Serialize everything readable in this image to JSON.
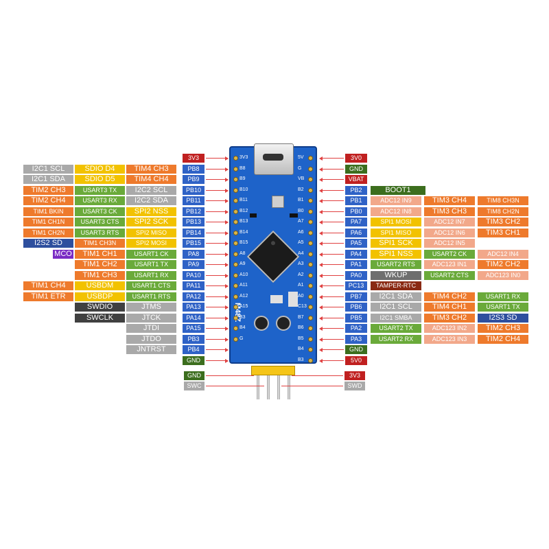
{
  "palette": {
    "grey": "#a9a9a9",
    "yellow": "#f2c200",
    "orange": "#ee7a2c",
    "salmon": "#f2a88a",
    "green": "#6aaa3a",
    "dark": "#404040",
    "navy": "#2e4f9e",
    "purple": "#7a2cc4",
    "darkgreen": "#3c6e1e",
    "red": "#c02020",
    "gpio": "#2f62c6",
    "maroon": "#8a2a14",
    "slate": "#6f6f6f",
    "white": "#ffffff",
    "black": "#111111"
  },
  "board": {
    "model": "M48Z",
    "silk_left": [
      "3V3",
      "B8",
      "B9",
      "B10",
      "B11",
      "B12",
      "B13",
      "B14",
      "B15",
      "A8",
      "A9",
      "A10",
      "A11",
      "A12",
      "A15",
      "B3",
      "B4",
      "G"
    ],
    "silk_right": [
      "5V",
      "G",
      "VB",
      "B2",
      "B1",
      "B0",
      "A7",
      "A6",
      "A5",
      "A4",
      "A3",
      "A2",
      "A1",
      "A0",
      "C13",
      "B7",
      "B6",
      "B5",
      "B4",
      "B3"
    ]
  },
  "left_rows": [
    {
      "pin": "3V3",
      "pin_style": "red",
      "labels": []
    },
    {
      "pin": "PB8",
      "pin_style": "gpio",
      "labels": [
        {
          "t": "TIM4 CH3",
          "s": "orange"
        },
        {
          "t": "SDIO D4",
          "s": "yellow"
        },
        {
          "t": "I2C1 SCL",
          "s": "grey"
        }
      ]
    },
    {
      "pin": "PB9",
      "pin_style": "gpio",
      "labels": [
        {
          "t": "TIM4 CH4",
          "s": "orange"
        },
        {
          "t": "SDIO D5",
          "s": "yellow"
        },
        {
          "t": "I2C1 SDA",
          "s": "grey"
        }
      ]
    },
    {
      "pin": "PB10",
      "pin_style": "gpio",
      "labels": [
        {
          "t": "I2C2 SCL",
          "s": "grey"
        },
        {
          "t": "USART3 TX",
          "s": "green"
        },
        {
          "t": "TIM2 CH3",
          "s": "orange"
        }
      ]
    },
    {
      "pin": "PB11",
      "pin_style": "gpio",
      "labels": [
        {
          "t": "I2C2 SDA",
          "s": "grey"
        },
        {
          "t": "USART3 RX",
          "s": "green"
        },
        {
          "t": "TIM2 CH4",
          "s": "orange"
        }
      ]
    },
    {
      "pin": "PB12",
      "pin_style": "gpio",
      "labels": [
        {
          "t": "SPI2 NSS",
          "s": "yellow"
        },
        {
          "t": "USART3 CK",
          "s": "green"
        },
        {
          "t": "TIM1 BKIN",
          "s": "orange"
        }
      ]
    },
    {
      "pin": "PB13",
      "pin_style": "gpio",
      "labels": [
        {
          "t": "SPI2 SCK",
          "s": "yellow"
        },
        {
          "t": "USART3 CTS",
          "s": "green"
        },
        {
          "t": "TIM1 CH1N",
          "s": "orange"
        }
      ]
    },
    {
      "pin": "PB14",
      "pin_style": "gpio",
      "labels": [
        {
          "t": "SPI2 MISO",
          "s": "yellow"
        },
        {
          "t": "USART3 RTS",
          "s": "green"
        },
        {
          "t": "TIM1 CH2N",
          "s": "orange"
        }
      ]
    },
    {
      "pin": "PB15",
      "pin_style": "gpio",
      "labels": [
        {
          "t": "SPI2 MOSI",
          "s": "yellow"
        },
        {
          "t": "TIM1 CH3N",
          "s": "orange"
        },
        {
          "t": "I2S2 SD",
          "s": "navy"
        }
      ]
    },
    {
      "pin": "PA8",
      "pin_style": "gpio",
      "labels": [
        {
          "t": "USART1 CK",
          "s": "green"
        },
        {
          "t": "TIM1 CH1",
          "s": "orange"
        },
        {
          "t": "MCO",
          "s": "purple"
        }
      ]
    },
    {
      "pin": "PA9",
      "pin_style": "gpio",
      "labels": [
        {
          "t": "USART1 TX",
          "s": "green"
        },
        {
          "t": "TIM1 CH2",
          "s": "orange"
        }
      ]
    },
    {
      "pin": "PA10",
      "pin_style": "gpio",
      "labels": [
        {
          "t": "USART1 RX",
          "s": "green"
        },
        {
          "t": "TIM1 CH3",
          "s": "orange"
        }
      ]
    },
    {
      "pin": "PA11",
      "pin_style": "gpio",
      "labels": [
        {
          "t": "USART1 CTS",
          "s": "green"
        },
        {
          "t": "USBDM",
          "s": "yellow"
        },
        {
          "t": "TIM1 CH4",
          "s": "orange"
        }
      ]
    },
    {
      "pin": "PA12",
      "pin_style": "gpio",
      "labels": [
        {
          "t": "USART1 RTS",
          "s": "green"
        },
        {
          "t": "USBDP",
          "s": "yellow"
        },
        {
          "t": "TIM1 ETR",
          "s": "orange"
        }
      ]
    },
    {
      "pin": "PA13",
      "pin_style": "gpio",
      "labels": [
        {
          "t": "JTMS",
          "s": "grey"
        },
        {
          "t": "SWDIO",
          "s": "dark"
        }
      ]
    },
    {
      "pin": "PA14",
      "pin_style": "gpio",
      "labels": [
        {
          "t": "JTCK",
          "s": "grey"
        },
        {
          "t": "SWCLK",
          "s": "dark"
        }
      ]
    },
    {
      "pin": "PA15",
      "pin_style": "gpio",
      "labels": [
        {
          "t": "JTDI",
          "s": "grey"
        }
      ]
    },
    {
      "pin": "PB3",
      "pin_style": "gpio",
      "labels": [
        {
          "t": "JTDO",
          "s": "grey"
        }
      ]
    },
    {
      "pin": "PB4",
      "pin_style": "gpio",
      "labels": [
        {
          "t": "JNTRST",
          "s": "grey"
        }
      ]
    },
    {
      "pin": "GND",
      "pin_style": "darkgreen",
      "labels": []
    }
  ],
  "right_rows": [
    {
      "pin": "3V0",
      "pin_style": "red",
      "labels": []
    },
    {
      "pin": "GND",
      "pin_style": "darkgreen",
      "labels": []
    },
    {
      "pin": "VBAT",
      "pin_style": "red",
      "labels": []
    },
    {
      "pin": "PB2",
      "pin_style": "gpio",
      "labels": [
        {
          "t": "BOOT1",
          "s": "darkgreen"
        }
      ]
    },
    {
      "pin": "PB1",
      "pin_style": "gpio",
      "labels": [
        {
          "t": "ADC12 IN9",
          "s": "salmon"
        },
        {
          "t": "TIM3 CH4",
          "s": "orange"
        },
        {
          "t": "TIM8 CH3N",
          "s": "orange"
        }
      ]
    },
    {
      "pin": "PB0",
      "pin_style": "gpio",
      "labels": [
        {
          "t": "ADC12 IN8",
          "s": "salmon"
        },
        {
          "t": "TIM3 CH3",
          "s": "orange"
        },
        {
          "t": "TIM8 CH2N",
          "s": "orange"
        }
      ]
    },
    {
      "pin": "PA7",
      "pin_style": "gpio",
      "labels": [
        {
          "t": "SPI1 MOSI",
          "s": "yellow"
        },
        {
          "t": "ADC12 IN7",
          "s": "salmon"
        },
        {
          "t": "TIM3 CH2",
          "s": "orange"
        }
      ]
    },
    {
      "pin": "PA6",
      "pin_style": "gpio",
      "labels": [
        {
          "t": "SPI1 MISO",
          "s": "yellow"
        },
        {
          "t": "ADC12 IN6",
          "s": "salmon"
        },
        {
          "t": "TIM3 CH1",
          "s": "orange"
        }
      ]
    },
    {
      "pin": "PA5",
      "pin_style": "gpio",
      "labels": [
        {
          "t": "SPI1 SCK",
          "s": "yellow"
        },
        {
          "t": "ADC12 IN5",
          "s": "salmon"
        }
      ]
    },
    {
      "pin": "PA4",
      "pin_style": "gpio",
      "labels": [
        {
          "t": "SPI1 NSS",
          "s": "yellow"
        },
        {
          "t": "USART2 CK",
          "s": "green"
        },
        {
          "t": "ADC12 IN4",
          "s": "salmon"
        }
      ]
    },
    {
      "pin": "PA1",
      "pin_style": "gpio",
      "labels": [
        {
          "t": "USART2 RTS",
          "s": "green"
        },
        {
          "t": "ADC123 IN1",
          "s": "salmon"
        },
        {
          "t": "TIM2 CH2",
          "s": "orange"
        }
      ]
    },
    {
      "pin": "PA0",
      "pin_style": "gpio",
      "labels": [
        {
          "t": "WKUP",
          "s": "slate"
        },
        {
          "t": "USART2 CTS",
          "s": "green"
        },
        {
          "t": "ADC123 IN0",
          "s": "salmon"
        }
      ]
    },
    {
      "pin": "PC13",
      "pin_style": "gpio",
      "labels": [
        {
          "t": "TAMPER-RTC",
          "s": "maroon"
        }
      ]
    },
    {
      "pin": "PB7",
      "pin_style": "gpio",
      "labels": [
        {
          "t": "I2C1 SDA",
          "s": "grey"
        },
        {
          "t": "TIM4 CH2",
          "s": "orange"
        },
        {
          "t": "USART1 RX",
          "s": "green"
        }
      ]
    },
    {
      "pin": "PB6",
      "pin_style": "gpio",
      "labels": [
        {
          "t": "I2C1 SCL",
          "s": "grey"
        },
        {
          "t": "TIM4 CH1",
          "s": "orange"
        },
        {
          "t": "USART1 TX",
          "s": "green"
        }
      ]
    },
    {
      "pin": "PB5",
      "pin_style": "gpio",
      "labels": [
        {
          "t": "I2C1 SMBA",
          "s": "grey"
        },
        {
          "t": "TIM3 CH2",
          "s": "orange"
        },
        {
          "t": "I2S3 SD",
          "s": "navy"
        }
      ]
    },
    {
      "pin": "PA2",
      "pin_style": "gpio",
      "labels": [
        {
          "t": "USART2 TX",
          "s": "green"
        },
        {
          "t": "ADC123 IN2",
          "s": "salmon"
        },
        {
          "t": "TIM2 CH3",
          "s": "orange"
        }
      ]
    },
    {
      "pin": "PA3",
      "pin_style": "gpio",
      "labels": [
        {
          "t": "USART2 RX",
          "s": "green"
        },
        {
          "t": "ADC123 IN3",
          "s": "salmon"
        },
        {
          "t": "TIM2 CH4",
          "s": "orange"
        }
      ]
    },
    {
      "pin": "GND",
      "pin_style": "darkgreen",
      "labels": []
    },
    {
      "pin": "5V0",
      "pin_style": "red",
      "labels": []
    }
  ],
  "bottom": {
    "left": [
      {
        "pin": "GND",
        "pin_style": "darkgreen"
      },
      {
        "pin": "SWC",
        "pin_style": "grey"
      }
    ],
    "right": [
      {
        "pin": "3V3",
        "pin_style": "red"
      },
      {
        "pin": "SWD",
        "pin_style": "grey"
      }
    ]
  }
}
